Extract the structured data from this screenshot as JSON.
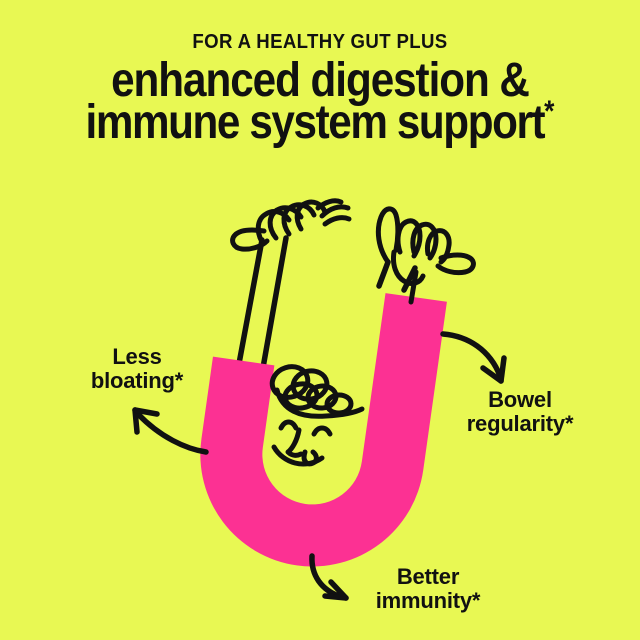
{
  "theme": {
    "background_color": "#e8f853",
    "accent_pink": "#fc3193",
    "ink_color": "#111111"
  },
  "header": {
    "eyebrow": "FOR A HEALTHY GUT PLUS",
    "headline_line1": "enhanced digestion &",
    "headline_line2": "immune system support",
    "headline_footnote_mark": "*"
  },
  "callouts": [
    {
      "id": "less-bloating",
      "text": "Less\nbloating*",
      "arrow": "curved-arrow-up-left",
      "position": "left"
    },
    {
      "id": "bowel-regularity",
      "text": "Bowel\nregularity*",
      "arrow": "curved-arrow-down-right",
      "position": "right"
    },
    {
      "id": "better-immunity",
      "text": "Better\nimmunity*",
      "arrow": "curved-arrow-down-right",
      "position": "bottom"
    }
  ],
  "illustration": {
    "name": "smiling-letter-u-character",
    "shape_color": "#fc3193",
    "line_color": "#111111",
    "parts": [
      "letter-u-body",
      "left-arm",
      "right-arm",
      "left-fist-hand",
      "right-shaka-hand",
      "curly-hair",
      "left-eye",
      "right-eye",
      "nose",
      "smiling-mouth-with-tongue"
    ]
  }
}
